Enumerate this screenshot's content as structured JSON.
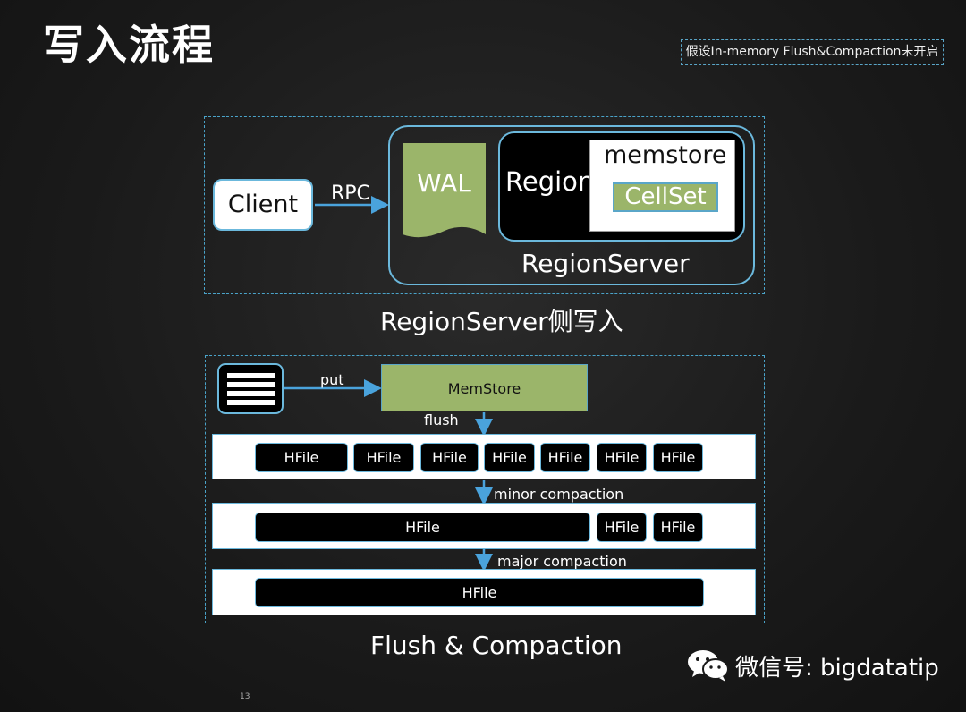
{
  "header": {
    "title": "写入流程",
    "note": "假设In-memory Flush&Compaction未开启"
  },
  "top_diagram": {
    "client": "Client",
    "rpc": "RPC",
    "wal": "WAL",
    "region": "Region",
    "memstore": "memstore",
    "cellset": "CellSet",
    "region_server": "RegionServer",
    "caption": "RegionServer侧写入"
  },
  "bottom_diagram": {
    "put": "put",
    "memstore": "MemStore",
    "flush": "flush",
    "minor_compaction": "minor compaction",
    "major_compaction": "major compaction",
    "row1": [
      "HFile",
      "HFile",
      "HFile",
      "HFile",
      "HFile",
      "HFile",
      "HFile"
    ],
    "row2": [
      "HFile",
      "HFile",
      "HFile"
    ],
    "row3": [
      "HFile"
    ],
    "caption": "Flush & Compaction"
  },
  "footer": {
    "wechat": "微信号: bigdatatip",
    "page_number": "13"
  },
  "colors": {
    "accent_blue": "#5aa6c8",
    "green": "#9bb56a",
    "background": "#1a1a1a"
  }
}
